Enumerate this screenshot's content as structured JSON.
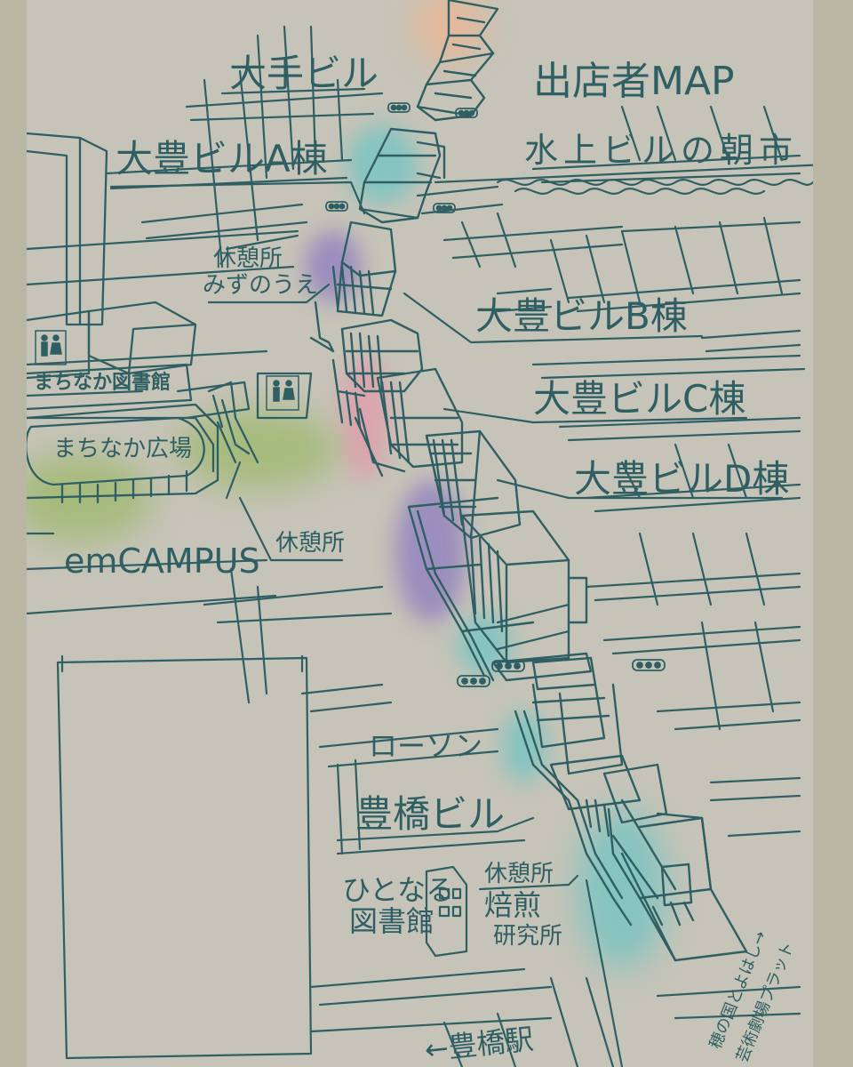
{
  "title": "出店者MAP",
  "subtitle": "水上ビルの朝市",
  "buildings": {
    "ote": "大手ビル",
    "toyo_a": "大豊ビルA棟",
    "toyo_b": "大豊ビルB棟",
    "toyo_c": "大豊ビルC棟",
    "toyo_d": "大豊ビルD棟",
    "toyohashi": "豊橋ビル"
  },
  "rest_areas": {
    "mizunoue_line1": "休憩所",
    "mizunoue_line2": "みずのうえ",
    "emcampus_rest": "休憩所",
    "roast_line1": "休憩所",
    "roast_line2": "焙煎",
    "roast_line3": "研究所"
  },
  "places": {
    "library": "まちなか図書館",
    "plaza": "まちなか広場",
    "emcampus": "emCAMPUS",
    "lawson": "ローソン",
    "hitonaru_line1": "ひとなる",
    "hitonaru_line2": "図書館",
    "station": "←豊橋駅",
    "theater_line1": "穂の国とよはし→",
    "theater_line2": "芸術劇場プラット"
  },
  "colors": {
    "ink": "#2f5f63",
    "paper": "#c6c4b8",
    "frame": "#b9b6a4",
    "wash_teal": "#6fc4c2",
    "wash_pink": "#e39aaa",
    "wash_purple": "#8c7cc0",
    "wash_green": "#9cb86a",
    "wash_orange": "#f0b490"
  },
  "icons": [
    "restroom-icon",
    "traffic-light-icon"
  ]
}
